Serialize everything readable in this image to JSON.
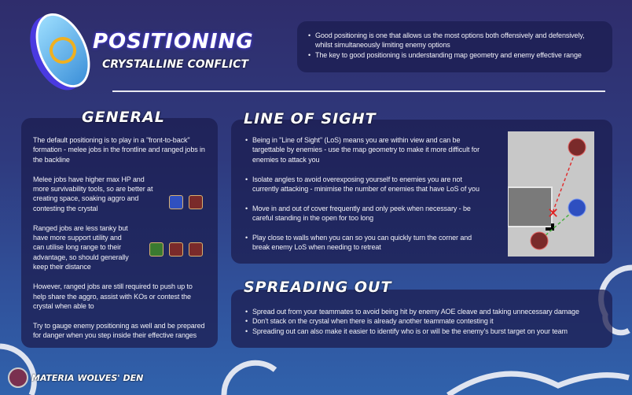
{
  "header": {
    "title": "POSITIONING",
    "subtitle": "CRYSTALLINE CONFLICT",
    "summary": [
      "Good positioning is one that allows us the most options both offensively and defensively, whilst simultaneously limiting enemy options",
      "The key to good positioning is understanding map geometry and enemy effective range"
    ]
  },
  "general": {
    "title": "GENERAL",
    "paragraphs": [
      "The default positioning is to play in a \"front-to-back\" formation - melee jobs in the frontline and ranged jobs in the backline",
      "Melee jobs have higher max HP and more survivability tools, so are better at creating space, soaking aggro and contesting the crystal",
      "Ranged jobs are less tanky but have more support utility and can utilise long range to their advantage, so should generally keep their distance",
      "However, ranged jobs are still required to push up to help share the aggro, assist with KOs or contest the crystal when able to",
      "Try to gauge enemy positioning as well and be prepared for danger when you step inside their effective ranges"
    ],
    "melee_icons": [
      "tank-shield-icon",
      "melee-fist-icon"
    ],
    "ranged_icons": [
      "healer-cross-icon",
      "ranged-bow-icon",
      "ranged-gun-icon"
    ]
  },
  "los": {
    "title": "LINE OF SIGHT",
    "bullets": [
      "Being in \"Line of Sight\" (LoS) means you are within view and can be targettable by enemies - use the map geometry to make it more difficult for enemies to attack you",
      "Isolate angles to avoid overexposing yourself to enemies you are not currently attacking - minimise the number of enemies that have LoS of you",
      "Move in and out of cover frequently and only peek when necessary - be careful standing in the open for too long",
      "Play close to walls when you can so you can quickly turn the corner and break enemy LoS when needing to retreat"
    ]
  },
  "spreading": {
    "title": "SPREADING OUT",
    "bullets": [
      "Spread out from your teammates to avoid being hit by enemy AOE cleave and taking unnecessary damage",
      "Don't stack on the crystal when there is already another teammate contesting it",
      "Spreading out can also make it easier to identify who is or will be the enemy's burst target on your team"
    ]
  },
  "footer": {
    "brand": "MATERIA WOLVES' DEN"
  },
  "colors": {
    "enemy": "#7a2a2a",
    "ally": "#2e4fc0",
    "blocked_line": "#e03030",
    "clear_line": "#4ab040"
  }
}
